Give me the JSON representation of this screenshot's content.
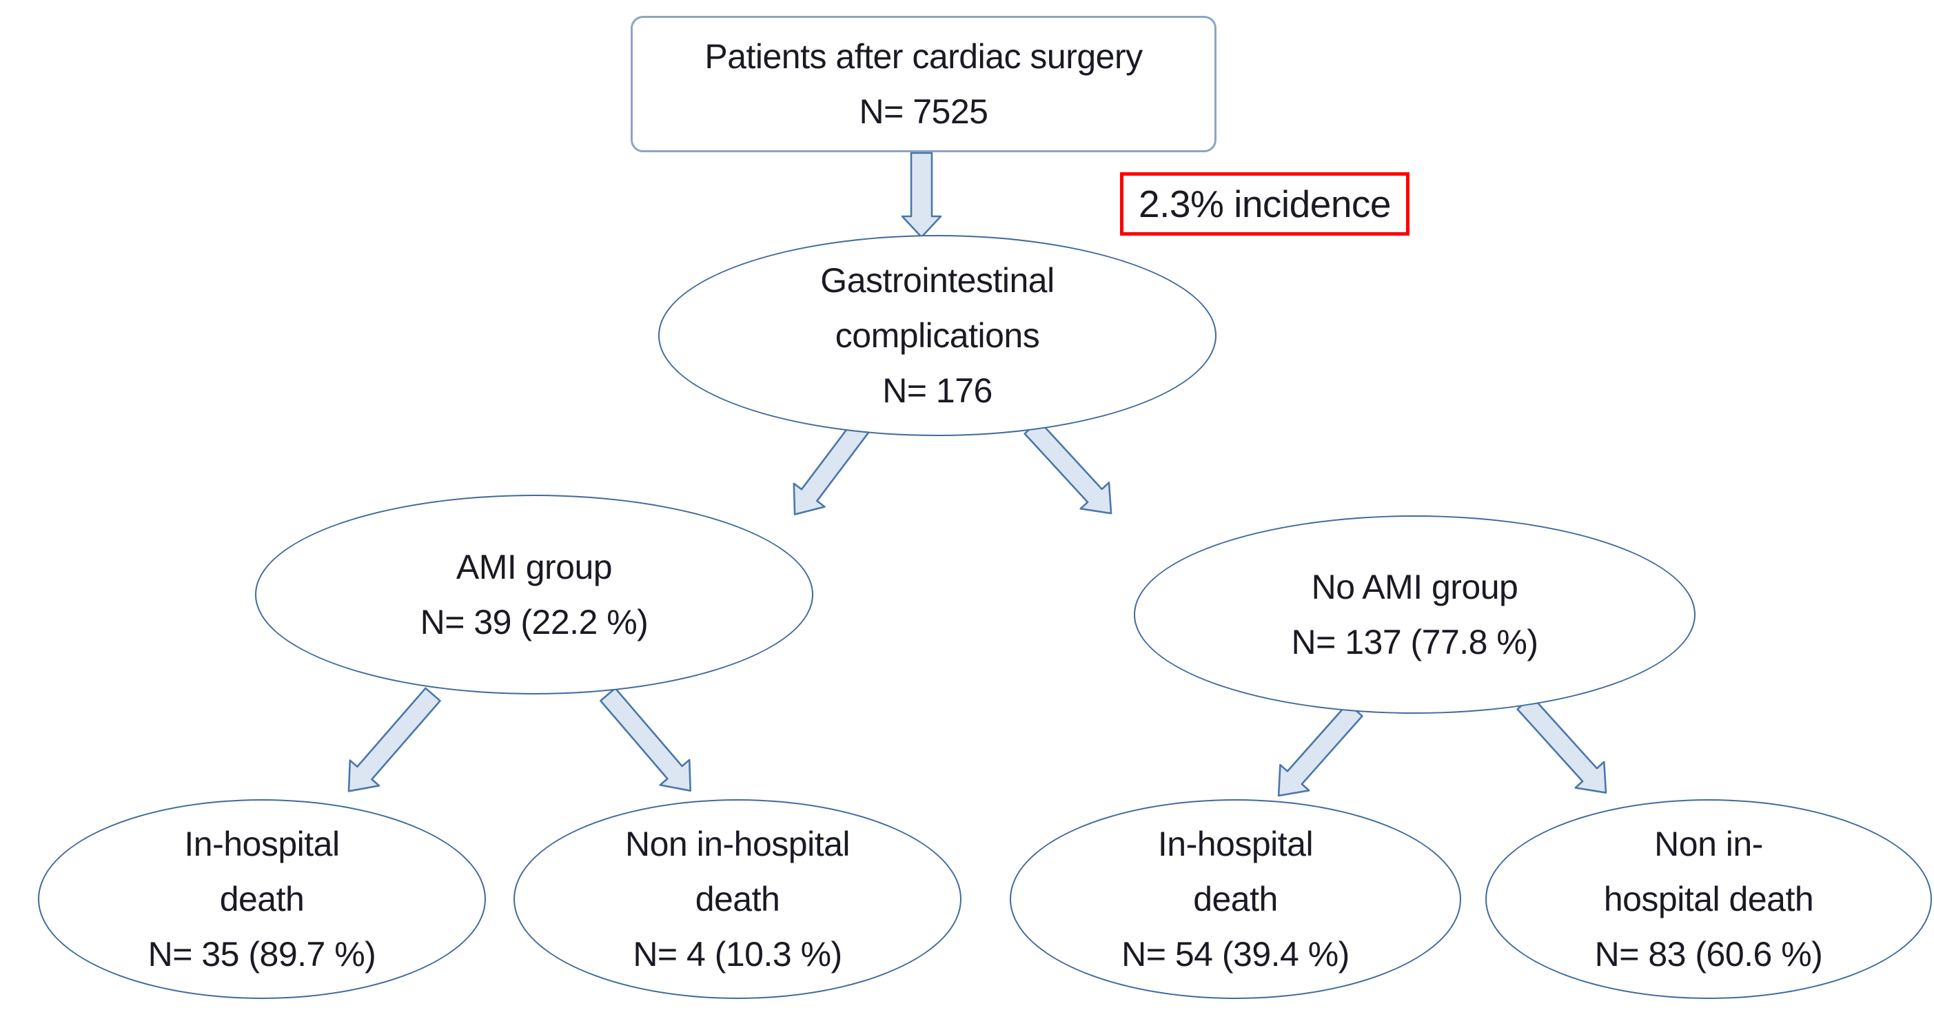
{
  "diagram": {
    "colors": {
      "ellipse_stroke": "#3f6a9d",
      "box_stroke": "#8aa5c4",
      "arrow_fill": "#dce6f3",
      "arrow_stroke": "#4a77ab",
      "annotation_stroke": "#fe0000",
      "text": "#1a1a24",
      "bg": "#ffffff"
    },
    "annotation": {
      "label": "2.3% incidence"
    },
    "nodes": {
      "root": {
        "shape": "rounded-rectangle",
        "lines": [
          "Patients after cardiac surgery",
          "N= 7525"
        ]
      },
      "gi": {
        "shape": "ellipse",
        "lines": [
          "Gastrointestinal",
          "complications",
          "N= 176"
        ]
      },
      "ami": {
        "shape": "ellipse",
        "lines": [
          "AMI group",
          "N= 39 (22.2 %)"
        ]
      },
      "no_ami": {
        "shape": "ellipse",
        "lines": [
          "No AMI group",
          "N= 137 (77.8 %)"
        ]
      },
      "ami_death": {
        "shape": "ellipse",
        "lines": [
          "In-hospital",
          "death",
          "N= 35 (89.7 %)"
        ]
      },
      "ami_nondeath": {
        "shape": "ellipse",
        "lines": [
          "Non in-hospital",
          "death",
          "N= 4 (10.3 %)"
        ]
      },
      "noami_death": {
        "shape": "ellipse",
        "lines": [
          "In-hospital",
          "death",
          "N= 54 (39.4 %)"
        ]
      },
      "noami_nondeath": {
        "shape": "ellipse",
        "lines": [
          "Non in-",
          "hospital death",
          "N= 83 (60.6 %)"
        ]
      }
    },
    "edges": [
      {
        "from": "root",
        "to": "gi"
      },
      {
        "from": "gi",
        "to": "ami"
      },
      {
        "from": "gi",
        "to": "no_ami"
      },
      {
        "from": "ami",
        "to": "ami_death"
      },
      {
        "from": "ami",
        "to": "ami_nondeath"
      },
      {
        "from": "no_ami",
        "to": "noami_death"
      },
      {
        "from": "no_ami",
        "to": "noami_nondeath"
      }
    ]
  }
}
